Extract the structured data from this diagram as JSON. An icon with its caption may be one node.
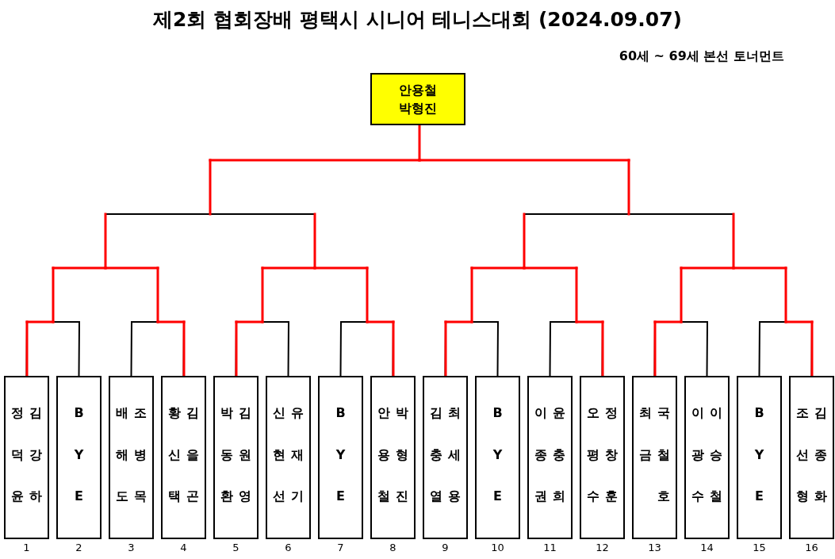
{
  "diagram": {
    "title": "제2회 협회장배 평택시 시니어 테니스대회 (2024.09.07)",
    "nodes": [
      {
        "text": [
          "안용철",
          "박형진"
        ]
      },
      {
        "text": [
          "정덕윤",
          "김강하"
        ],
        "beside": [
          "1"
        ]
      },
      {
        "text": [
          "BYE"
        ],
        "beside": [
          "2"
        ]
      },
      {
        "text": [
          "배해도",
          "조병목"
        ],
        "beside": [
          "3"
        ]
      },
      {
        "text": [
          "황신택",
          "김을곤"
        ],
        "beside": [
          "4"
        ]
      },
      {
        "text": [
          "박동환",
          "김원영"
        ],
        "beside": [
          "5"
        ]
      },
      {
        "text": [
          "신현선",
          "유재기"
        ],
        "beside": [
          "6"
        ]
      },
      {
        "text": [
          "BYE"
        ],
        "beside": [
          "7"
        ]
      },
      {
        "text": [
          "안용철",
          "박형진"
        ],
        "beside": [
          "8"
        ]
      },
      {
        "text": [
          "김충열",
          "최세용"
        ],
        "beside": [
          "9"
        ]
      },
      {
        "text": [
          "BYE"
        ],
        "beside": [
          "10"
        ]
      },
      {
        "text": [
          "이종권",
          "윤충희"
        ],
        "beside": [
          "11"
        ]
      },
      {
        "text": [
          "오평수",
          "정창훈"
        ],
        "beside": [
          "12"
        ]
      },
      {
        "text": [
          "최금",
          "국철호"
        ],
        "beside": [
          "13"
        ]
      },
      {
        "text": [
          "이광수",
          "이승철"
        ],
        "beside": [
          "14"
        ]
      },
      {
        "text": [
          "BYE"
        ],
        "beside": [
          "15"
        ]
      },
      {
        "text": [
          "조선형",
          "김종화"
        ],
        "beside": [
          "16"
        ]
      }
    ],
    "edges": [
      {
        "from": 1,
        "to": 0,
        "arrow": "none"
      },
      {
        "from": 2,
        "to": 0,
        "arrow": "none"
      },
      {
        "from": 3,
        "to": 0,
        "arrow": "none"
      },
      {
        "from": 4,
        "to": 0,
        "arrow": "none"
      },
      {
        "from": 5,
        "to": 0,
        "arrow": "none"
      },
      {
        "from": 6,
        "to": 0,
        "arrow": "none"
      },
      {
        "from": 7,
        "to": 0,
        "arrow": "none"
      },
      {
        "from": 8,
        "to": 0,
        "arrow": "none"
      },
      {
        "from": 9,
        "to": 0,
        "arrow": "none"
      },
      {
        "from": 10,
        "to": 0,
        "arrow": "none"
      },
      {
        "from": 11,
        "to": 0,
        "arrow": "none"
      },
      {
        "from": 12,
        "to": 0,
        "arrow": "none"
      },
      {
        "from": 13,
        "to": 0,
        "arrow": "none"
      },
      {
        "from": 14,
        "to": 0,
        "arrow": "none"
      },
      {
        "from": 15,
        "to": 0,
        "arrow": "none"
      },
      {
        "from": 16,
        "to": 0,
        "arrow": "none"
      }
    ],
    "labels": [
      "60세 ~ 69세 본선 토너먼트"
    ]
  }
}
